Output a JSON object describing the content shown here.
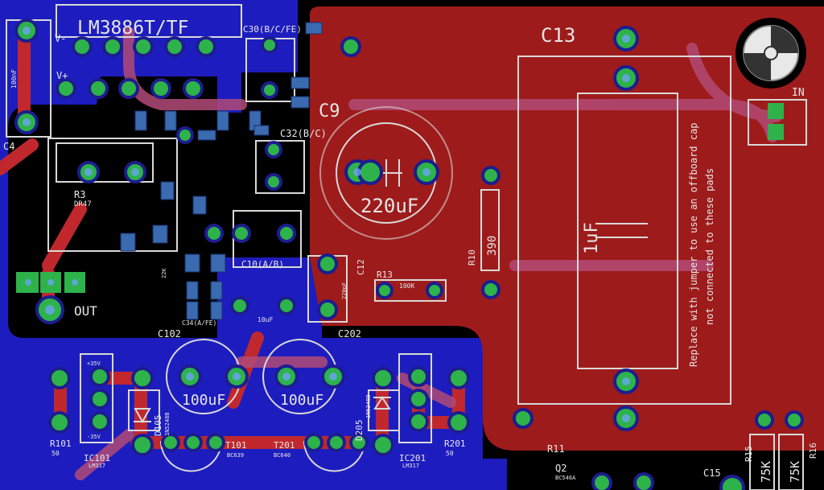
{
  "board": {
    "labels": {
      "ic_main": "LM3886T/TF",
      "c13": "C13",
      "c9": "C9",
      "c9_value": "220uF",
      "c30": "C30(B/C/FE)",
      "c32": "C32(B/C)",
      "c4": "C4",
      "r3": "R3",
      "r3_value": "DR47",
      "out": "OUT",
      "in": "IN",
      "vminus": "V-",
      "vplus": "V+",
      "r10": "R10",
      "r10_value": "390",
      "c12": "C12",
      "c12_value": "220pF",
      "r13": "R13",
      "r13_value": "100K",
      "c10": "C10(A/B)",
      "c10_value": "10uF",
      "c102": "C102",
      "c202": "C202",
      "c102_value": "100uF",
      "c202_value": "100uF",
      "c13_value": "1uF",
      "note1": "Replace with jumper to use an offboard cap",
      "note2": "not connected to these pads",
      "r101": "R101",
      "r101_value": "50",
      "r201": "R201",
      "r201_value": "50",
      "ic101": "IC101",
      "ic101_value": "LM317",
      "ic201": "IC201",
      "ic201_value": "LM317",
      "t101": "T101",
      "t101_value": "BC639",
      "t201": "T201",
      "t201_value": "BC640",
      "d105": "D105",
      "d205": "D205",
      "d_value": "1N5248B",
      "r11": "R11",
      "q2": "Q2",
      "q2_value": "BC546A",
      "c15": "C15",
      "r15": "R15",
      "r16": "R16",
      "r15_value": "75K",
      "r16_value": "75K",
      "c4_value": "100nF",
      "plus35v": "+35V",
      "minus35v": "-35V",
      "c34": "C34(A/FE)",
      "smd_r": "22K"
    },
    "colors": {
      "background": "#000000",
      "top_copper": "#9e1b1b",
      "bottom_copper": "#1d1dbf",
      "trace_red": "#c0282d",
      "trace_pink": "#b24a75",
      "pad_green": "#2db34a",
      "silk": "#d9d9d9"
    }
  }
}
